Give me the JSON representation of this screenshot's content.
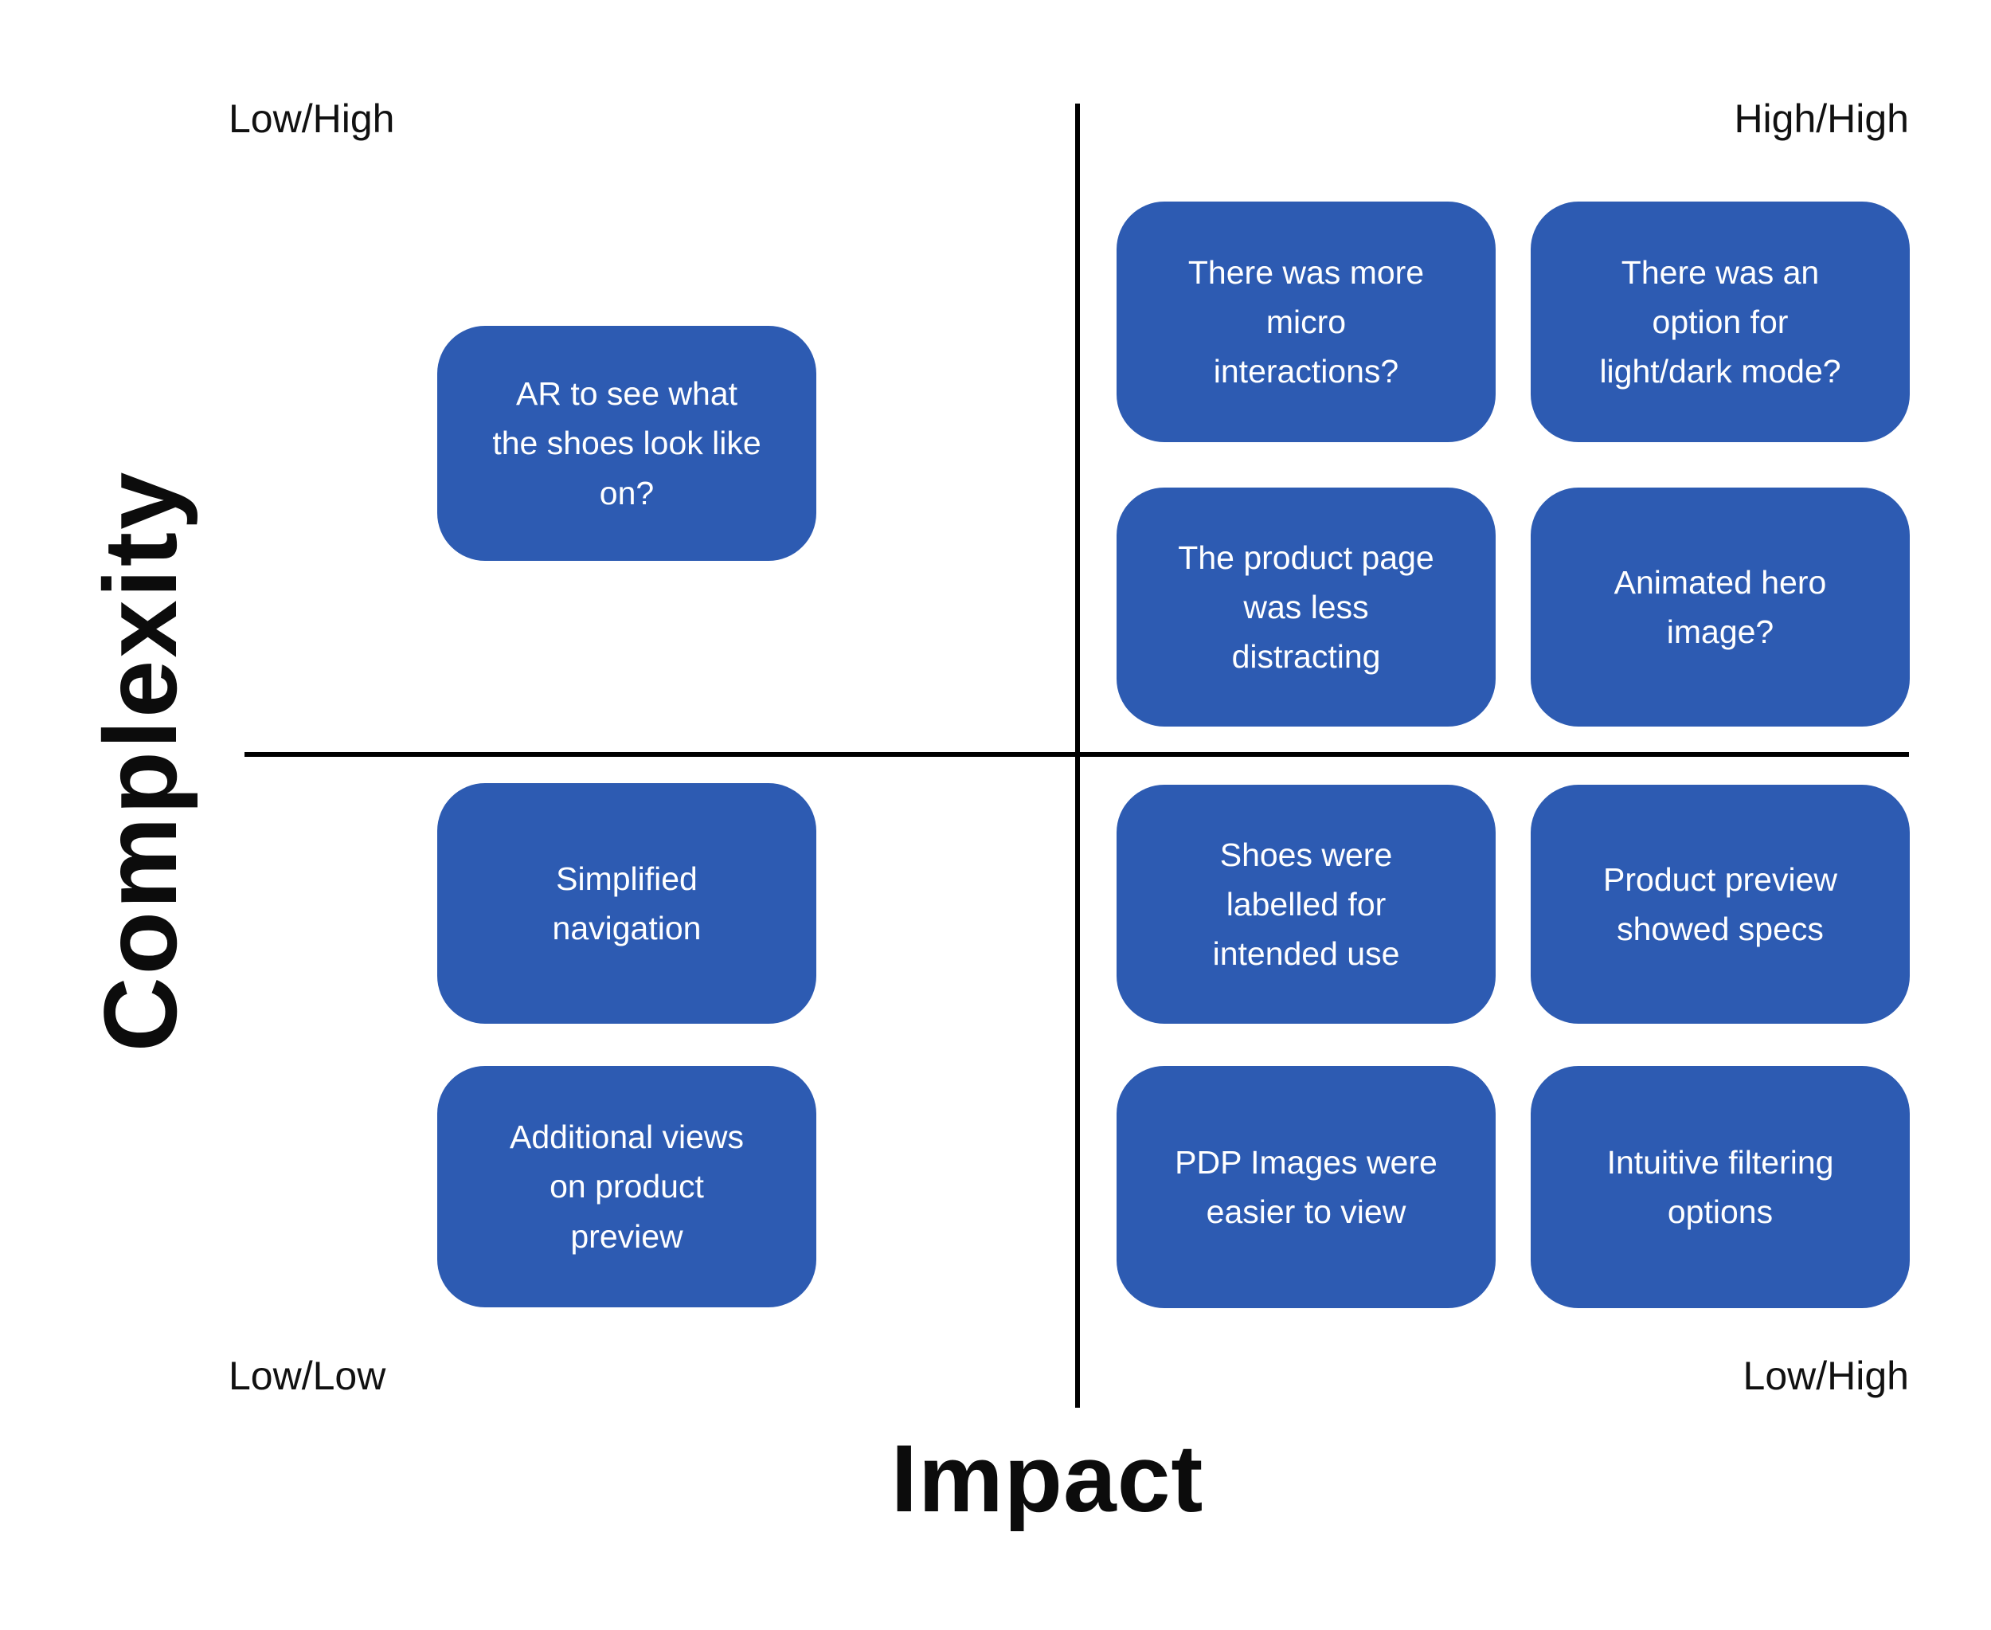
{
  "matrix": {
    "x_axis_title": "Impact",
    "y_axis_title": "Complexity",
    "corner_labels": {
      "top_left": "Low/High",
      "top_right": "High/High",
      "bottom_left": "Low/Low",
      "bottom_right": "Low/High"
    },
    "quadrants": {
      "top_left": {
        "cards": [
          "AR to see what\nthe shoes look like\non?"
        ]
      },
      "top_right": {
        "cards": [
          "There was more\nmicro\ninteractions?",
          "There was an\noption for\nlight/dark mode?",
          "The product page\nwas less\ndistracting",
          "Animated hero\nimage?"
        ]
      },
      "bottom_left": {
        "cards": [
          "Simplified\nnavigation",
          "Additional views\non product\npreview"
        ]
      },
      "bottom_right": {
        "cards": [
          "Shoes were\nlabelled for\nintended use",
          "Product preview\nshowed specs",
          "PDP Images were\neasier to view",
          "Intuitive filtering\noptions"
        ]
      }
    }
  },
  "colors": {
    "card_bg": "#2d5bb2",
    "card_text": "#ffffff",
    "axis_line": "#000000",
    "text": "#111111"
  }
}
